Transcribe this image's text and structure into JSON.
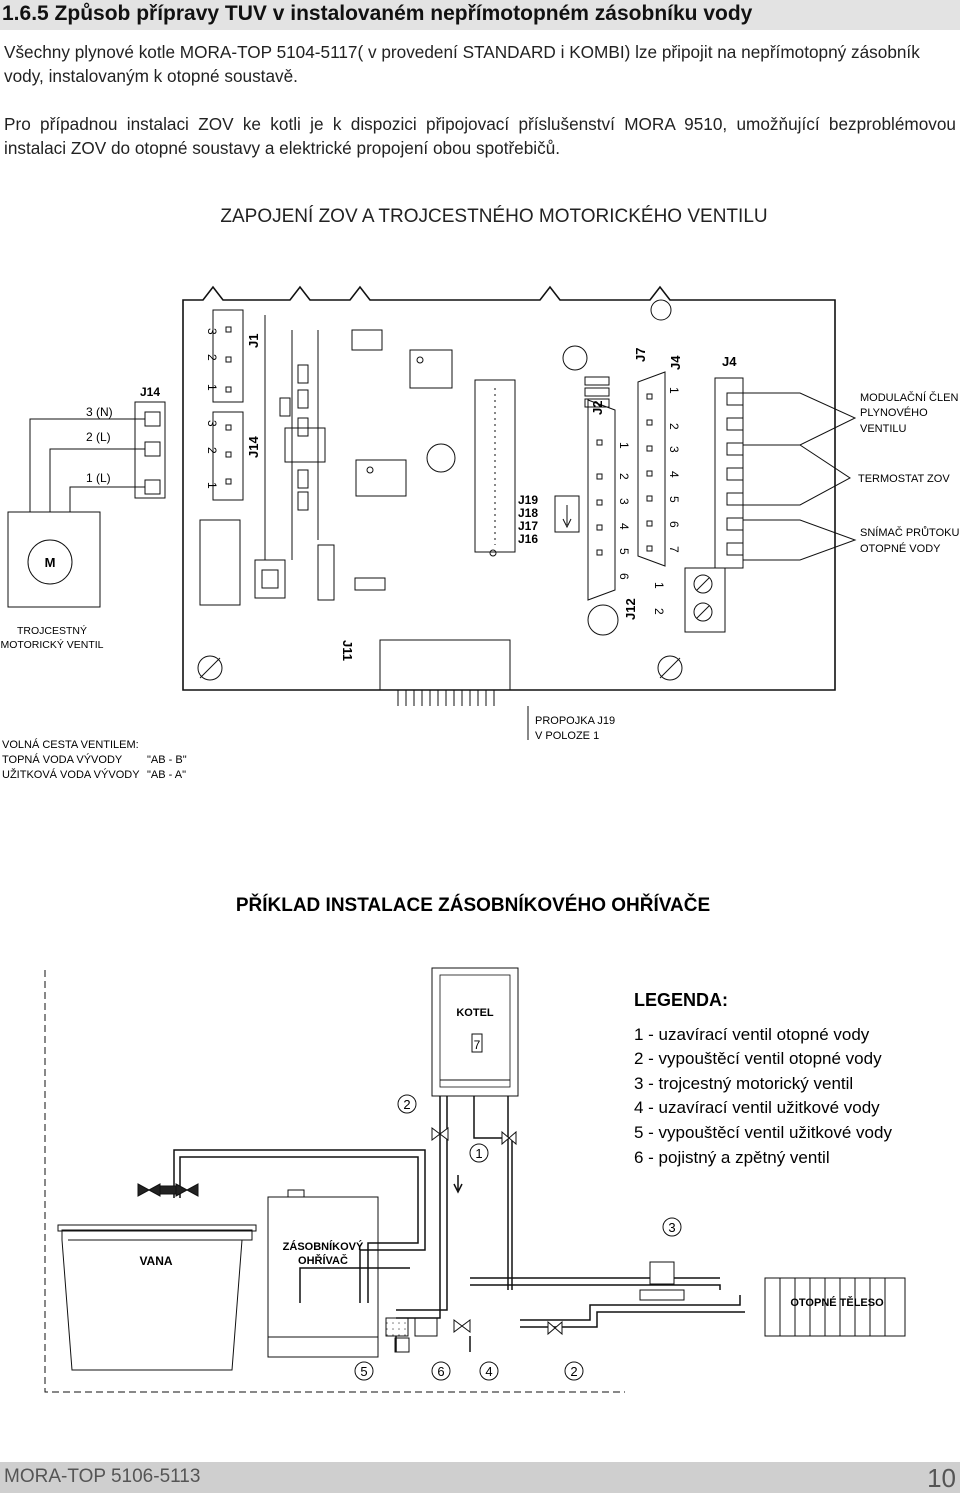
{
  "section": {
    "title": "1.6.5 Způsob přípravy TUV v instalovaném nepřímotopném zásobníku vody",
    "paragraph1": "Všechny plynové kotle MORA-TOP 5104-5117( v provedení STANDARD i KOMBI) lze připojit na nepřímotopný zásobník vody, instalovaným k otopné soustavě.",
    "paragraph2": "Pro případnou instalaci ZOV ke kotli je k dispozici připojovací příslušenství MORA 9510, umožňující bezproblémovou instalaci ZOV do otopné soustavy a elektrické propojení obou spotřebičů."
  },
  "wiring_diagram": {
    "title": "ZAPOJENÍ ZOV A TROJCESTNÉHO MOTORICKÉHO VENTILU",
    "valve_pins": [
      "3 (N)",
      "2 (L)",
      "1 (L)"
    ],
    "motor_symbol": "M",
    "valve_caption": [
      "TROJCESTNÝ",
      "MOTORICKÝ VENTIL"
    ],
    "connectors": {
      "j1": "J1",
      "j14": "J14",
      "j2": "J2",
      "j7": "J7",
      "j4": "J4",
      "j11": "J11",
      "j12": "J12",
      "jumpers": [
        "J19",
        "J18",
        "J17",
        "J16"
      ]
    },
    "pin_numbers": {
      "j1": [
        "3",
        "2",
        "1"
      ],
      "j14": [
        "3",
        "2",
        "1"
      ],
      "j2": [
        "1",
        "2",
        "3",
        "4",
        "5",
        "6"
      ],
      "j4": [
        "1",
        "2",
        "3",
        "4",
        "5",
        "6",
        "7"
      ],
      "terminal": [
        "1",
        "2"
      ]
    },
    "right_labels": {
      "modulation": [
        "MODULAČNÍ ČLEN",
        "PLYNOVÉHO",
        "VENTILU"
      ],
      "thermostat": "TERMOSTAT ZOV",
      "flow_sensor": [
        "SNÍMAČ PRŮTOKU",
        "OTOPNÉ VODY"
      ]
    },
    "free_path": {
      "heading": "VOLNÁ CESTA VENTILEM:",
      "rows": [
        {
          "label": "TOPNÁ VODA VÝVODY",
          "value": "\"AB  -  B\""
        },
        {
          "label": "UŽITKOVÁ VODA VÝVODY",
          "value": "\"AB  -  A\""
        }
      ]
    },
    "jumper_note": [
      "PROPOJKA J19",
      "V POLOZE 1"
    ]
  },
  "installation": {
    "title": "PŘÍKLAD INSTALACE ZÁSOBNÍKOVÉHO OHŘÍVAČE",
    "boiler_label": "KOTEL",
    "boiler_display": "7",
    "tank_label": [
      "ZÁSOBNÍKOVÝ",
      "OHŘÍVAČ"
    ],
    "bath_label": "VANA",
    "radiator_label": "OTOPNÉ TĚLESO",
    "markers": {
      "m1": "1",
      "m2": "2",
      "m3": "3",
      "m4": "4",
      "m5": "5",
      "m6": "6",
      "m2b": "2"
    },
    "legend_title": "LEGENDA:",
    "legend": [
      "1 - uzavírací ventil otopné vody",
      "2 - vypouštěcí ventil otopné vody",
      "3 - trojcestný motorický ventil",
      "4 - uzavírací ventil užitkové vody",
      "5 - vypouštěcí ventil užitkové vody",
      "6 - pojistný a zpětný ventil"
    ]
  },
  "footer": {
    "model": "MORA-TOP 5106-5113",
    "page_number": "10"
  }
}
